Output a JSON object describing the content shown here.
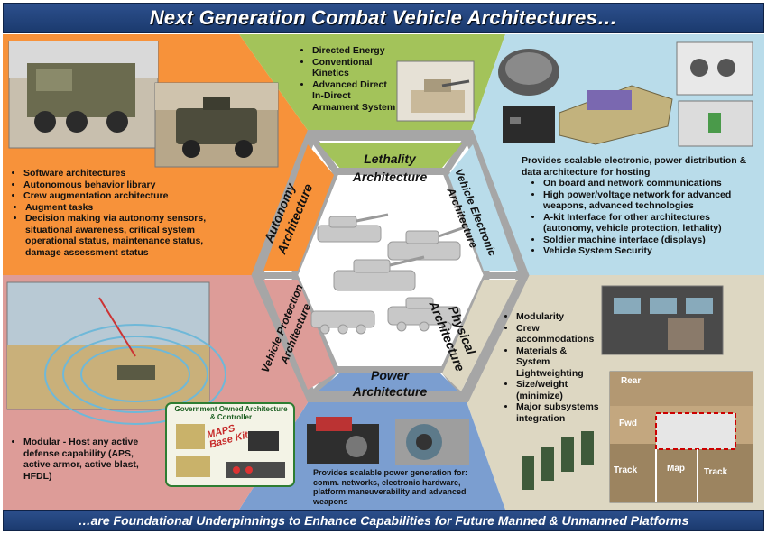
{
  "title": "Next Generation Combat Vehicle Architectures…",
  "footer": "…are Foundational Underpinnings to Enhance Capabilities for Future Manned & Unmanned Platforms",
  "sectors": {
    "lethality": {
      "label_line1": "Lethality",
      "label_line2": "Architecture",
      "bullets": [
        "Directed Energy",
        "Conventional Kinetics",
        "Advanced Direct In-Direct Armament System"
      ]
    },
    "vehicle_electronic": {
      "label_line1": "Vehicle Electronic",
      "label_line2": "Architecture",
      "intro": "Provides scalable electronic, power distribution & data architecture for hosting",
      "bullets": [
        "On board and network communications",
        "High power/voltage network for advanced weapons, advanced technologies",
        "A-kit Interface for other architectures (autonomy, vehicle protection, lethality)",
        "Soldier machine interface (displays)",
        "Vehicle System Security"
      ]
    },
    "autonomy": {
      "label_line1": "Autonomy",
      "label_line2": "Architecture",
      "bullets": [
        "Software architectures",
        "Autonomous behavior library",
        "Crew augmentation architecture"
      ],
      "sub_bullets": [
        "Augment tasks",
        "Decision making via autonomy sensors, situational awareness, critical system operational status, maintenance status, damage assessment status"
      ]
    },
    "physical": {
      "label_line1": "Physical",
      "label_line2": "Architecture",
      "bullets": [
        "Modularity",
        "Crew accommodations",
        "Materials & System Lightweighting",
        "Size/weight (minimize)",
        "Major subsystems integration"
      ],
      "image_labels": {
        "rear": "Rear",
        "fwd": "Fwd",
        "map": "Map",
        "track_left": "Track",
        "track_right": "Track"
      }
    },
    "vehicle_protection": {
      "label_line1": "Vehicle Protection",
      "label_line2": "Architecture",
      "bullets": [
        "Modular - Host any active defense capability (APS, active armor, active blast, HFDL)"
      ],
      "kit_caption": "Government Owned Architecture & Controller",
      "kit_label": "MAPS Base Kit"
    },
    "power": {
      "label_line1": "Power",
      "label_line2": "Architecture",
      "intro": "Provides scalable power generation for: comm. networks, electronic hardware, platform maneuverability and advanced weapons"
    }
  },
  "colors": {
    "title_bar": "#1f3f78",
    "orange": "#f7923a",
    "green": "#a3c35a",
    "light_blue": "#b9dcea",
    "tan": "#ddd7c2",
    "pink": "#dd9c98",
    "blue": "#7b9ed0",
    "gray_frame": "#a6a6a6",
    "center": "#ffffff"
  }
}
